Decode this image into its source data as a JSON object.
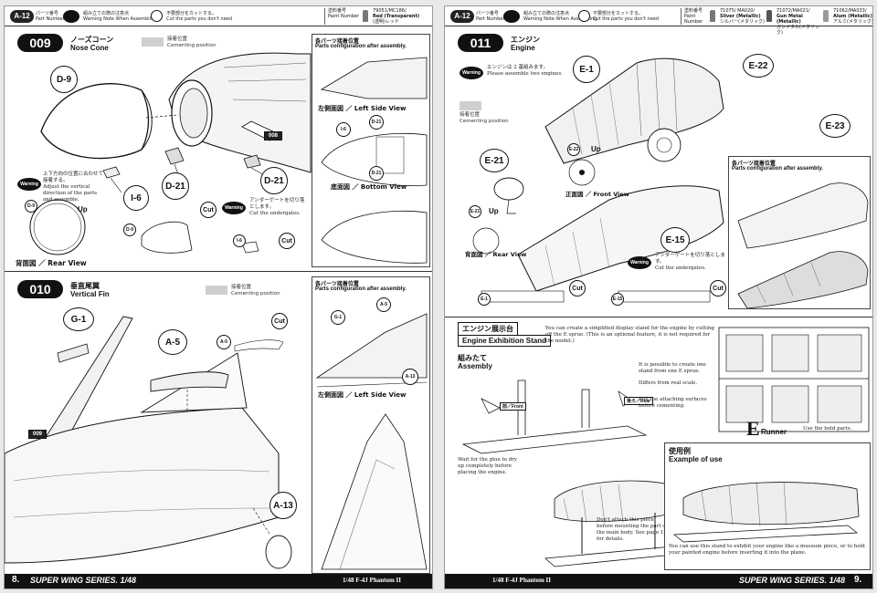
{
  "header": {
    "part_badge": "A-12",
    "part_number_jp": "パーツ番号",
    "part_number_en": "Part Number",
    "warning_jp": "組み立ての際の注意点",
    "warning_en": "Warning Note When Assembling",
    "cut_jp": "不要部分をカットする。",
    "cut_en": "Cut the parts you don't need",
    "paint_number_jp": "塗料番号",
    "paint_number_en": "Paint Number",
    "left_paint": {
      "code": "79051/MC186/",
      "name_en": "Red (Transparent)",
      "name_jp": "(透明)レッド"
    },
    "right_paints": [
      {
        "code": "71075/ MA020/",
        "name_en": "Sliver (Metallic)",
        "name_jp": "シルバー(メタリック)"
      },
      {
        "code": "71072/MA021/",
        "name_en": "Gun Metal (Metallic)",
        "name_jp": "ガンメタル(メタリック)"
      },
      {
        "code": "71062/MA033/",
        "name_en": "Alum (Metallic)",
        "name_jp": "アルミ(メタリック)"
      }
    ]
  },
  "common": {
    "cementing_jp": "接着位置",
    "cementing_en": "Cementing position",
    "config_jp": "各パーツ接着位置",
    "config_en": "Parts configuration after assembly.",
    "warning_badge": "Warning",
    "cut_label": "Cut",
    "up_label": "Up"
  },
  "step009": {
    "number": "009",
    "title_jp": "ノーズコーン",
    "title_en": "Nose Cone",
    "callouts": [
      "D-9",
      "D-21",
      "D-21",
      "I-6",
      "D-9",
      "I-6"
    ],
    "fuselage_tag": "008",
    "warning1_jp": "上下方向の位置に合わせて接着する。",
    "warning1_en": "Adjust the vertical direction of the parts and assemble.",
    "warning2_jp": "アンダーゲートを切り落とします。",
    "warning2_en": "Cut the undergates.",
    "rear_view": "背面図 ／ Rear View",
    "inset_views": {
      "left": "左側面図 ／ Left Side View",
      "bottom": "底面図 ／ Bottom View"
    },
    "inset_callouts": [
      "I-6",
      "D-21",
      "D-21"
    ]
  },
  "step010": {
    "number": "010",
    "title_jp": "垂直尾翼",
    "title_en": "Vertical Fin",
    "callouts": [
      "G-1",
      "A-5",
      "A-5",
      "A-13"
    ],
    "fuselage_tag": "009",
    "inset_view": "左側面図 ／ Left Side View",
    "inset_callouts": [
      "G-1",
      "A-5",
      "A-13"
    ]
  },
  "step011": {
    "number": "011",
    "title_jp": "エンジン",
    "title_en": "Engine",
    "callouts": [
      "E-1",
      "E-22",
      "E-23",
      "E-21",
      "E-15",
      "E-1",
      "E-15",
      "E-22",
      "E-21"
    ],
    "warning1_jp": "エンジンは 2 基組みます。",
    "warning1_en": "Please assemble two engines.",
    "warning2_jp": "アンダーゲートを切り落とします。",
    "warning2_en": "Cut the undergates.",
    "front_view": "正面図 ／ Front View",
    "rear_view": "背面図 ／ Rear View"
  },
  "stand": {
    "title_jp": "エンジン展示台",
    "title_en": "Engine Exhibition Stand",
    "assembly_jp": "組みたて",
    "assembly_en": "Assembly",
    "front_tag": "前／Front",
    "rear_tag": "後ろ／Rear",
    "desc_en": "You can create a simplified display stand for the engine by cutting off the E sprue. (This is an optional feature, it is not required for the model.)",
    "runner_note_en": "It is possible to create one stand from one E sprue.",
    "scale_note_en": "Differs from real scale.",
    "file_note_en": "File the attaching surfaces before cementing.",
    "dry_note_en": "Wait for the glue to dry up completely before placing the engine.",
    "attach_note_en": "Don't attach this piece before mounting the part on the main body. See page 13 for details.",
    "runner_letter": "E",
    "runner_word": "Runner",
    "bold_parts_en": "Use the bold parts.",
    "example_jp": "使用例",
    "example_en": "Example of use",
    "example_desc_en": "You can use this stand to exhibit your engine like a museum piece, or to hold your painted engine before inserting it into the plane."
  },
  "footer": {
    "left_page": "8.",
    "series": "SUPER WING SERIES. 1/48",
    "model": "1/48 F-4J Phantom II",
    "right_page": "9."
  }
}
